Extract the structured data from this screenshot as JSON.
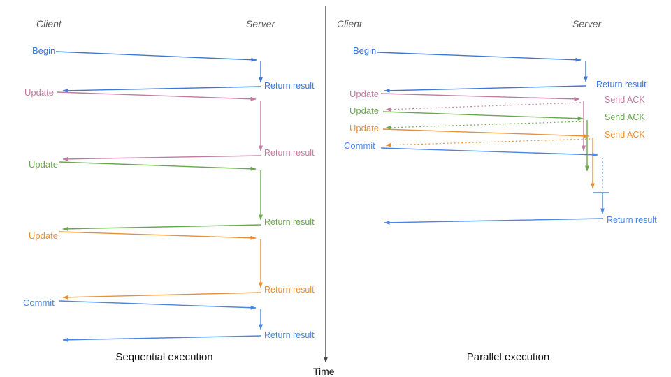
{
  "colors": {
    "begin_blue": "#3c78d8",
    "commit_blue": "#4a86e8",
    "pink": "#c27ba0",
    "green": "#6aa84f",
    "orange": "#e69138",
    "header_gray": "#595959",
    "time_axis": "#4a4a4a"
  },
  "panels": [
    {
      "caption": "Sequential execution",
      "client_label": "Client",
      "server_label": "Server",
      "messages": [
        {
          "label": "Begin",
          "response": "Return result"
        },
        {
          "label": "Update",
          "response": "Return result"
        },
        {
          "label": "Update",
          "response": "Return result"
        },
        {
          "label": "Update",
          "response": "Return result"
        },
        {
          "label": "Commit",
          "response": "Return result"
        }
      ]
    },
    {
      "caption": "Parallel execution",
      "client_label": "Client",
      "server_label": "Server",
      "messages": [
        {
          "label": "Begin",
          "response": "Return result"
        },
        {
          "label": "Update",
          "response": "Send ACK"
        },
        {
          "label": "Update",
          "response": "Send ACK"
        },
        {
          "label": "Update",
          "response": "Send ACK"
        },
        {
          "label": "Commit",
          "response": "Return result"
        }
      ]
    }
  ],
  "time_axis_label": "Time"
}
